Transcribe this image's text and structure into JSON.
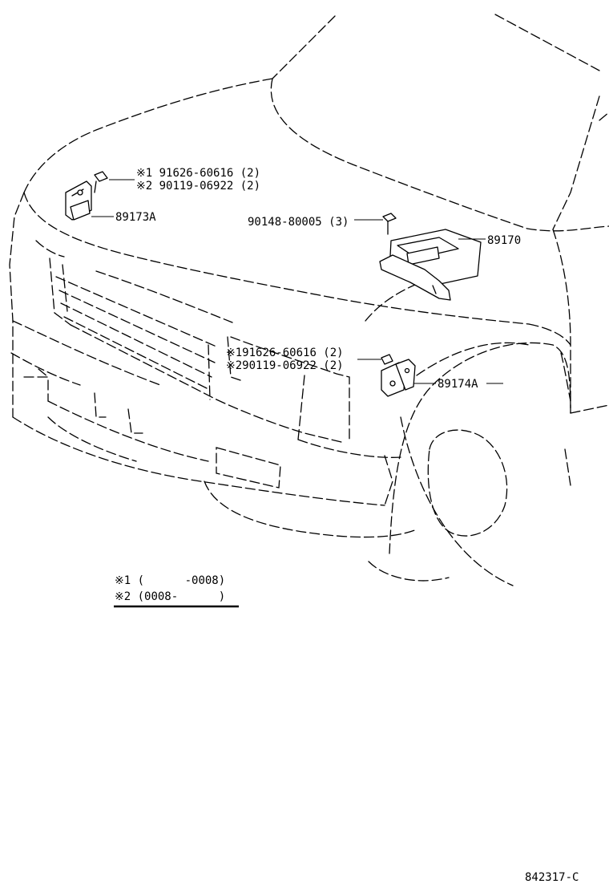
{
  "callouts": {
    "sensor_left_part": "89173A",
    "sensor_left_screw_1": "※1 91626-60616 (2)",
    "sensor_left_screw_2": "※2 90119-06922 (2)",
    "ecu_bolt": "90148-80005 (3)",
    "ecu_part": "89170",
    "sensor_right_screw_1": "※191626-60616 (2)",
    "sensor_right_screw_2": "※290119-06922 (2)",
    "sensor_right_part": "89174A"
  },
  "legend": {
    "row1": "※1 (      -0008)",
    "row2": "※2 (0008-      )"
  },
  "figure_id": "842317-C"
}
